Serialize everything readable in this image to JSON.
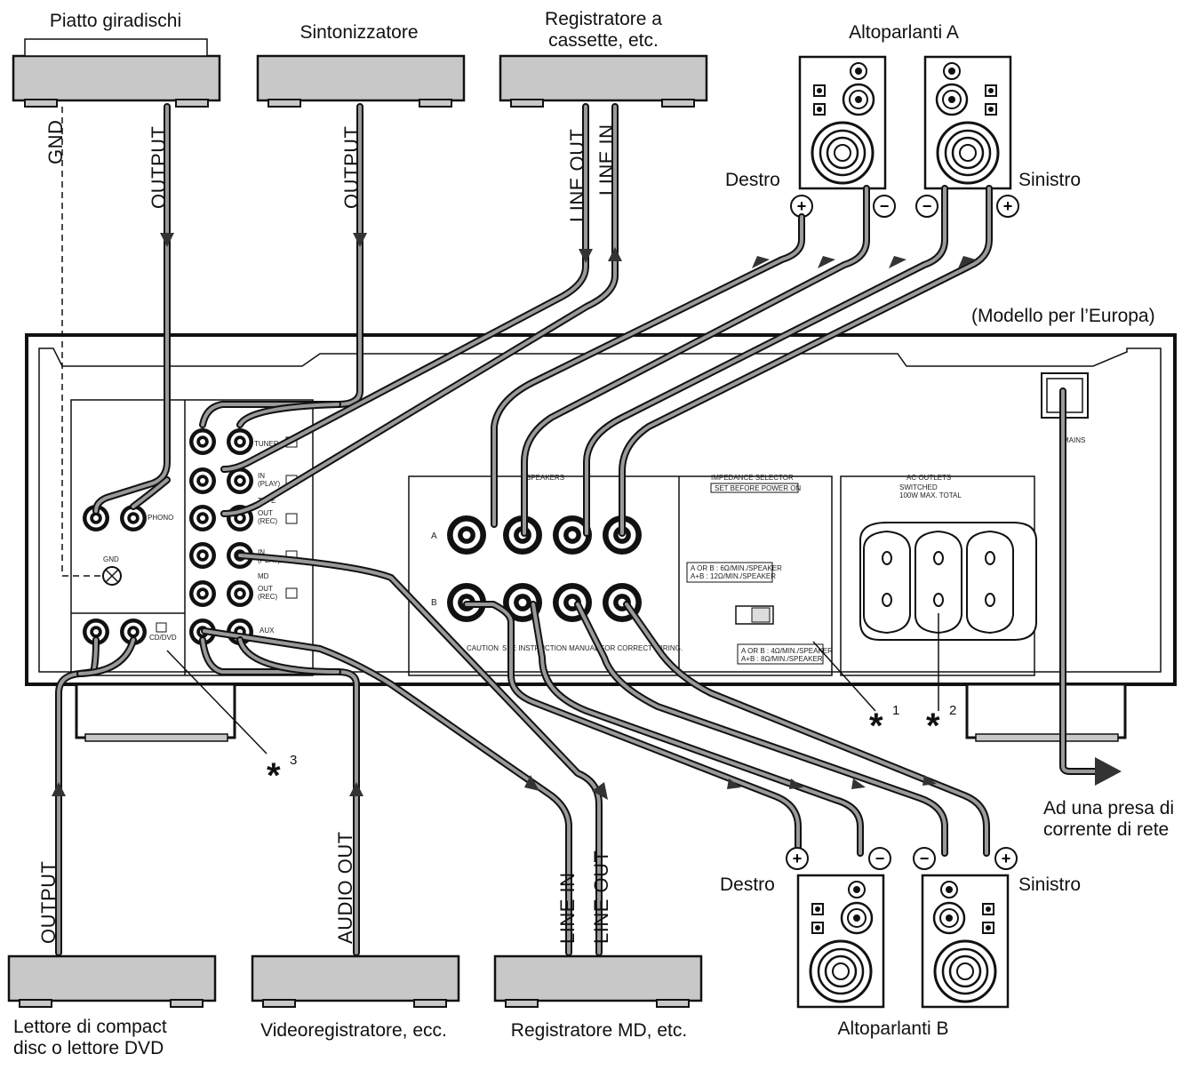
{
  "devices": {
    "turntable": "Piatto giradischi",
    "tuner": "Sintonizzatore",
    "cassette": "Registratore a\ncassette, etc.",
    "cd": "Lettore di compact\ndisc o lettore DVD",
    "vcr": "Videoregistratore, ecc.",
    "md": "Registratore MD, etc."
  },
  "speakers": {
    "a_title": "Altoparlanti A",
    "b_title": "Altoparlanti B",
    "right": "Destro",
    "left": "Sinistro"
  },
  "cables": {
    "gnd": "GND",
    "output": "OUTPUT",
    "line_out": "LINE OUT",
    "line_in": "LINE IN",
    "audio_out": "AUDIO OUT"
  },
  "model_note": "(Modello per l’Europa)",
  "mains_note": "Ad una presa di\ncorrente di rete",
  "footnotes": [
    "1",
    "2",
    "3"
  ],
  "panel": {
    "tuner": "TUNER",
    "phono": "PHONO",
    "gnd": "GND",
    "cd_dvd": "CD/DVD",
    "aux": "AUX",
    "in_play": "IN\n(PLAY)",
    "tape": "TAPE",
    "out_rec": "OUT\n(REC)",
    "md": "MD",
    "speakers": "SPEAKERS",
    "impedance": "IMPEDANCE SELECTOR",
    "impedance_sub": "SET BEFORE POWER ON",
    "ac_outlets": "AC OUTLETS",
    "ac_sub": "SWITCHED\n100W MAX. TOTAL",
    "caution": "CAUTION",
    "caution_sub": "SEE INSTRUCTION MANUAL FOR CORRECT WIRING.",
    "imp_top": "A OR B : 6Ω/MIN./SPEAKER\nA+B : 12Ω/MIN./SPEAKER",
    "imp_bot": "A OR B : 4Ω/MIN./SPEAKER\nA+B : 8Ω/MIN./SPEAKER",
    "row_a": "A",
    "row_b": "B",
    "mains": "MAINS"
  }
}
